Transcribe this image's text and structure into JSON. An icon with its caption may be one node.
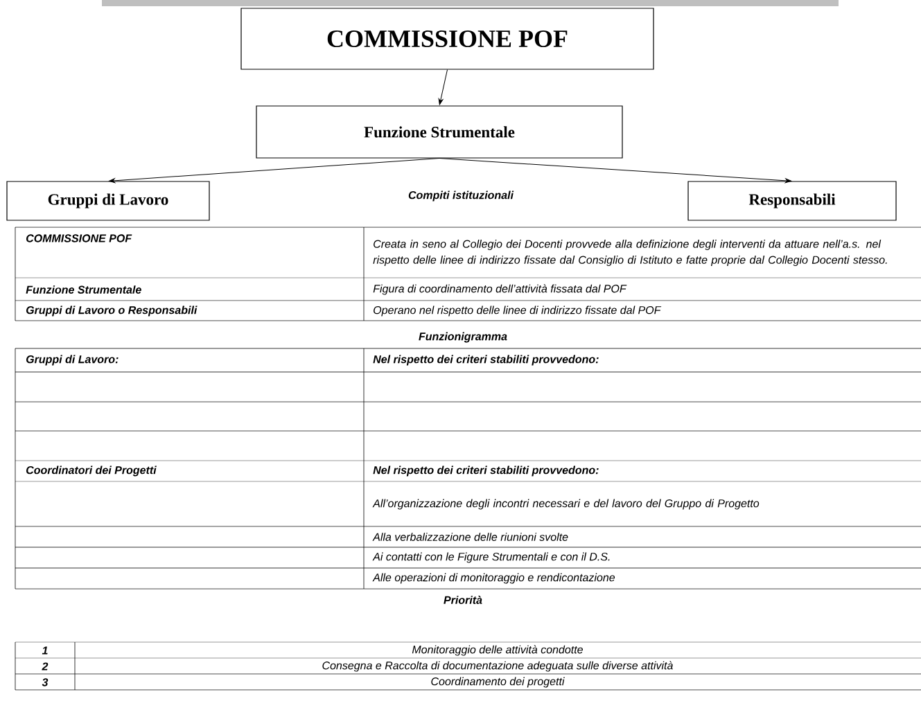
{
  "diagram": {
    "nodes": [
      {
        "text": [
          "COMMISSIONE POF"
        ]
      },
      {
        "text": [
          "Funzione Strumentale"
        ]
      },
      {
        "text": [
          "Gruppi di Lavoro"
        ]
      },
      {
        "text": [
          "Responsabili"
        ]
      }
    ],
    "edges": [
      {
        "from": 0,
        "to": 1,
        "arrow": "to"
      },
      {
        "from": 1,
        "to": 2,
        "arrow": "to"
      },
      {
        "from": 1,
        "to": 3,
        "arrow": "to"
      }
    ],
    "labels": [
      "Compiti istituzionali",
      "COMMISSIONE POF",
      "Creata in seno al Collegio dei Docenti provvede alla definizione degli interventi da attuare nell’a.s. nel rispetto delle linee di indirizzo fissate dal Consiglio di Istituto e fatte proprie dal Collegio Docenti stesso.",
      "Funzione Strumentale",
      "Figura di coordinamento dell’attività fissata dal POF",
      "Gruppi di Lavoro o Responsabili",
      "Operano nel rispetto delle linee di indirizzo fissate dal POF",
      "Funzionigramma",
      "Gruppi di Lavoro:",
      "Nel rispetto dei criteri stabiliti provvedono:",
      "Coordinatori dei Progetti",
      "Nel rispetto dei criteri stabiliti provvedono:",
      "All’organizzazione degli incontri necessari e del lavoro del Gruppo di Progetto",
      "Alla verbalizzazione delle riunioni svolte",
      "Ai contatti con le Figure Strumentali e con il D.S.",
      "Alle operazioni di monitoraggio e rendicontazione",
      "Priorità",
      "1",
      "Monitoraggio delle attività condotte",
      "2",
      "Consegna e Raccolta di documentazione adeguata sulle diverse attività",
      "3",
      "Coordinamento dei progetti"
    ]
  }
}
